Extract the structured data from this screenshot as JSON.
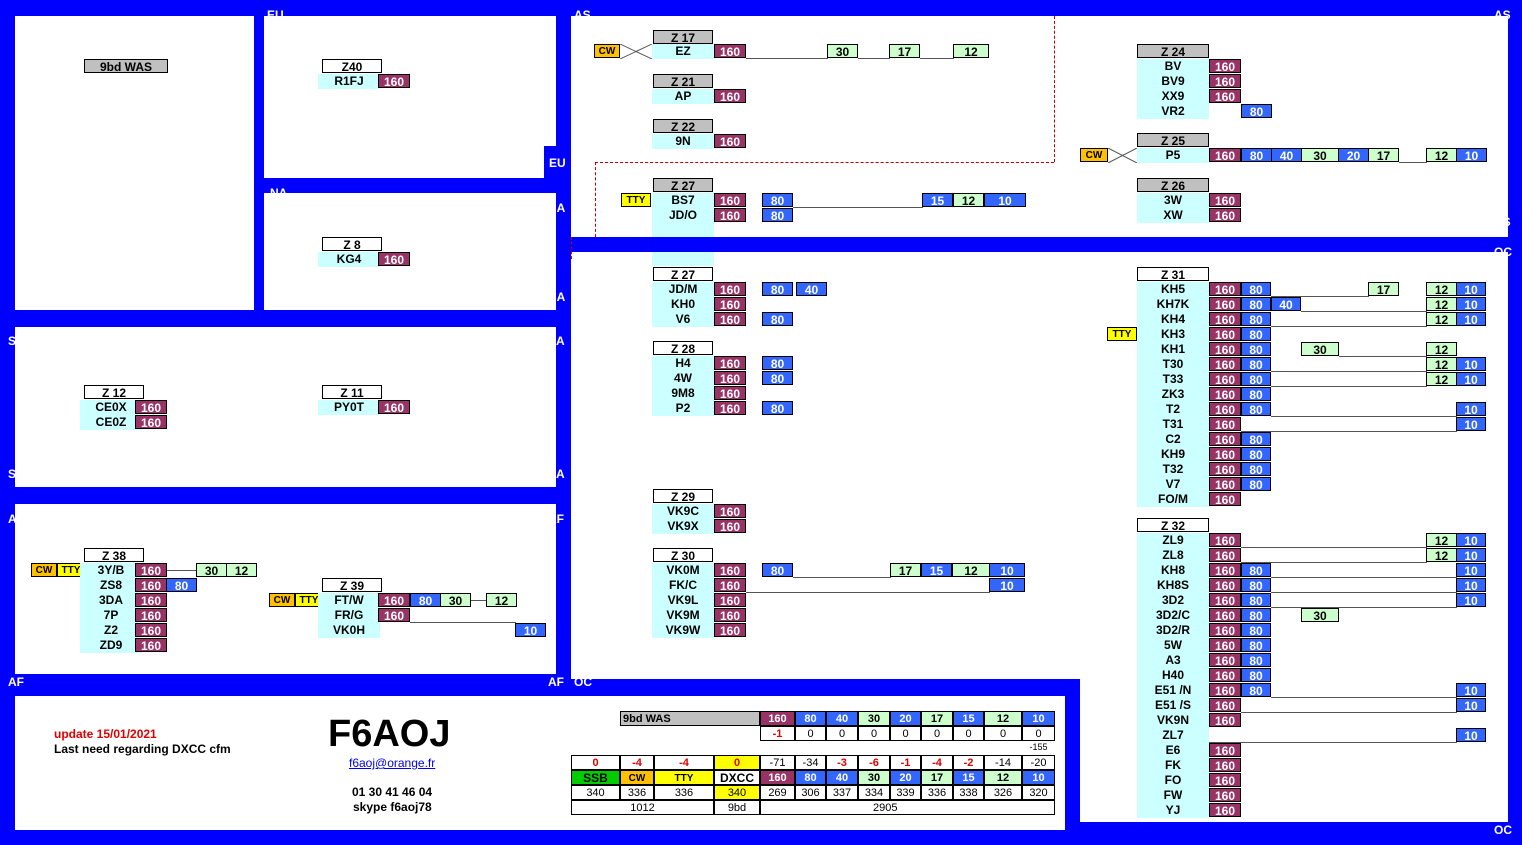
{
  "continents": {
    "eu": "EU",
    "as": "AS",
    "na": "NA",
    "sa": "SA",
    "af": "AF",
    "oc": "OC"
  },
  "bands": {
    "b160": "160",
    "b80": "80",
    "b40": "40",
    "b30": "30",
    "b20": "20",
    "b17": "17",
    "b15": "15",
    "b12": "12",
    "b10": "10"
  },
  "modes": {
    "cw": "CW",
    "tty": "TTY"
  },
  "was_label": "9bd WAS",
  "zones": {
    "z40": "Z40",
    "z8": "Z 8",
    "z12": "Z 12",
    "z11": "Z 11",
    "z38": "Z 38",
    "z39": "Z 39",
    "z17": "Z 17",
    "z21": "Z 21",
    "z22": "Z 22",
    "z27a": "Z 27",
    "z27b": "Z 27",
    "z28": "Z 28",
    "z29": "Z 29",
    "z30": "Z 30",
    "z24": "Z 24",
    "z25": "Z 25",
    "z26": "Z 26",
    "z31": "Z 31",
    "z32": "Z 32"
  },
  "calls": {
    "r1fj": "R1FJ",
    "kg4": "KG4",
    "ce0x": "CE0X",
    "ce0z": "CE0Z",
    "py0t": "PY0T",
    "3yb": "3Y/B",
    "zs8": "ZS8",
    "3da": "3DA",
    "7p": "7P",
    "z2": "Z2",
    "zd9": "ZD9",
    "ftw": "FT/W",
    "frg": "FR/G",
    "vk0h": "VK0H",
    "ez": "EZ",
    "ap": "AP",
    "9n": "9N",
    "bs7": "BS7",
    "jdo": "JD/O",
    "jdm": "JD/M",
    "kh0": "KH0",
    "v6": "V6",
    "h4": "H4",
    "4w": "4W",
    "9m8": "9M8",
    "p2": "P2",
    "vk9c": "VK9C",
    "vk9x": "VK9X",
    "vk0m": "VK0M",
    "fkc": "FK/C",
    "vk9l": "VK9L",
    "vk9m": "VK9M",
    "vk9w": "VK9W",
    "bv": "BV",
    "bv9": "BV9",
    "xx9": "XX9",
    "vr2": "VR2",
    "p5": "P5",
    "3w": "3W",
    "xw": "XW",
    "kh5": "KH5",
    "kh7k": "KH7K",
    "kh4": "KH4",
    "kh3": "KH3",
    "kh1": "KH1",
    "t30": "T30",
    "t33": "T33",
    "zk3": "ZK3",
    "t2": "T2",
    "t31": "T31",
    "c2": "C2",
    "kh9": "KH9",
    "t32": "T32",
    "v7": "V7",
    "fom": "FO/M",
    "zl9": "ZL9",
    "zl8": "ZL8",
    "kh8": "KH8",
    "kh8s": "KH8S",
    "3d2": "3D2",
    "3d2c": "3D2/C",
    "3d2r": "3D2/R",
    "5w": "5W",
    "a3": "A3",
    "h40": "H40",
    "e51n": "E51 /N",
    "e51s": "E51 /S",
    "vk9n": "VK9N",
    "zl7": "ZL7",
    "e6": "E6",
    "fk": "FK",
    "fo": "FO",
    "fw": "FW",
    "yj": "YJ"
  },
  "info": {
    "update": "update 15/01/2021",
    "note": "Last need regarding DXCC cfm",
    "callsign": "F6AOJ",
    "email": "f6aoj@orange.fr",
    "phone": "01 30 41 46 04",
    "skype": "skype f6aoj78"
  },
  "summary": {
    "was_label": "9bd WAS",
    "was_bands": [
      "160",
      "80",
      "40",
      "30",
      "20",
      "17",
      "15",
      "12",
      "10"
    ],
    "was_row1": [
      "-1",
      "0",
      "0",
      "0",
      "0",
      "0",
      "0",
      "0",
      "0"
    ],
    "was_total": "-155",
    "mode_deltas": [
      "0",
      "-4",
      "-4",
      "0"
    ],
    "band_deltas": [
      "-71",
      "-34",
      "-3",
      "-6",
      "-1",
      "-4",
      "-2",
      "-14",
      "-20"
    ],
    "mode_headers": [
      "SSB",
      "CW",
      "TTY",
      "DXCC"
    ],
    "band_headers": [
      "160",
      "80",
      "40",
      "30",
      "20",
      "17",
      "15",
      "12",
      "10"
    ],
    "mode_values": [
      "340",
      "336",
      "336",
      "340"
    ],
    "band_values": [
      "269",
      "306",
      "337",
      "334",
      "339",
      "336",
      "338",
      "326",
      "320"
    ],
    "total_modes": "1012",
    "total_9bd_label": "9bd",
    "total_bands": "2905"
  }
}
